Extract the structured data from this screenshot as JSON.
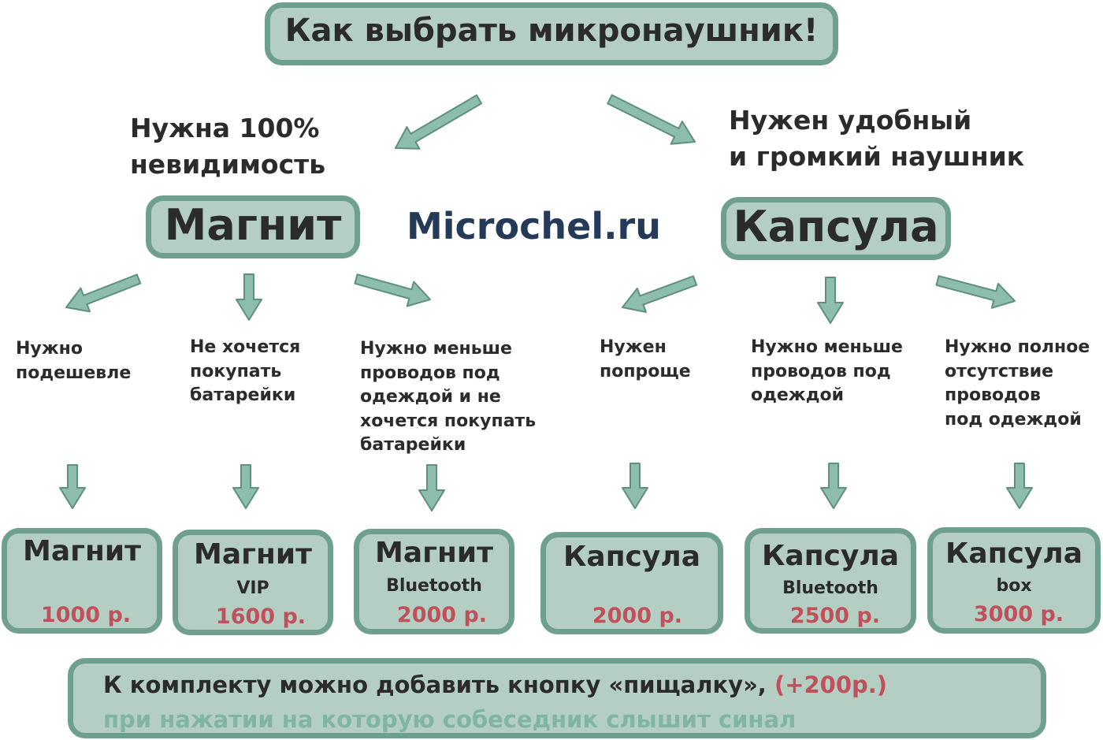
{
  "title": "Как выбрать микронаушник!",
  "left_question": {
    "line1": "Нужна 100%",
    "line2": "невидимость"
  },
  "right_question": {
    "line1": "Нужен удобный",
    "line2": "и громкий наушник"
  },
  "left_category": "Магнит",
  "right_category": "Капсула",
  "brand": "Microchel.ru",
  "conditions": [
    {
      "lines": [
        "Нужно",
        "подешевле"
      ]
    },
    {
      "lines": [
        "Не хочется",
        "покупать",
        "батарейки"
      ]
    },
    {
      "lines": [
        "Нужно меньше",
        "проводов под",
        "одеждой и не",
        "хочется покупать",
        "батарейки"
      ]
    },
    {
      "lines": [
        "Нужен",
        "попроще"
      ]
    },
    {
      "lines": [
        "Нужно меньше",
        "проводов под",
        "одеждой"
      ]
    },
    {
      "lines": [
        "Нужно полное",
        "отсутствие",
        "проводов",
        "под одеждой"
      ]
    }
  ],
  "products": [
    {
      "name": "Магнит",
      "sub": "",
      "price": "1000 р."
    },
    {
      "name": "Магнит",
      "sub": "VIP",
      "price": "1600 р."
    },
    {
      "name": "Магнит",
      "sub": "Bluetooth",
      "price": "2000 р."
    },
    {
      "name": "Капсула",
      "sub": "",
      "price": "2000 р."
    },
    {
      "name": "Капсула",
      "sub": "Bluetooth",
      "price": "2500 р."
    },
    {
      "name": "Капсула",
      "sub": "box",
      "price": "3000 р."
    }
  ],
  "footer": {
    "line1": "К комплекту можно добавить кнопку «пищалку»,",
    "line1_price": "(+200р.)",
    "line2": "при нажатии на которую собеседник слышит синал"
  },
  "colors": {
    "box_fill": "#b4cec4",
    "box_border": "#6fa08e",
    "arrow_fill": "#8dbdad",
    "arrow_stroke": "#5f8f7e",
    "price": "#c0505a",
    "brand": "#243a58",
    "footer_note": "#7fb5a1"
  }
}
